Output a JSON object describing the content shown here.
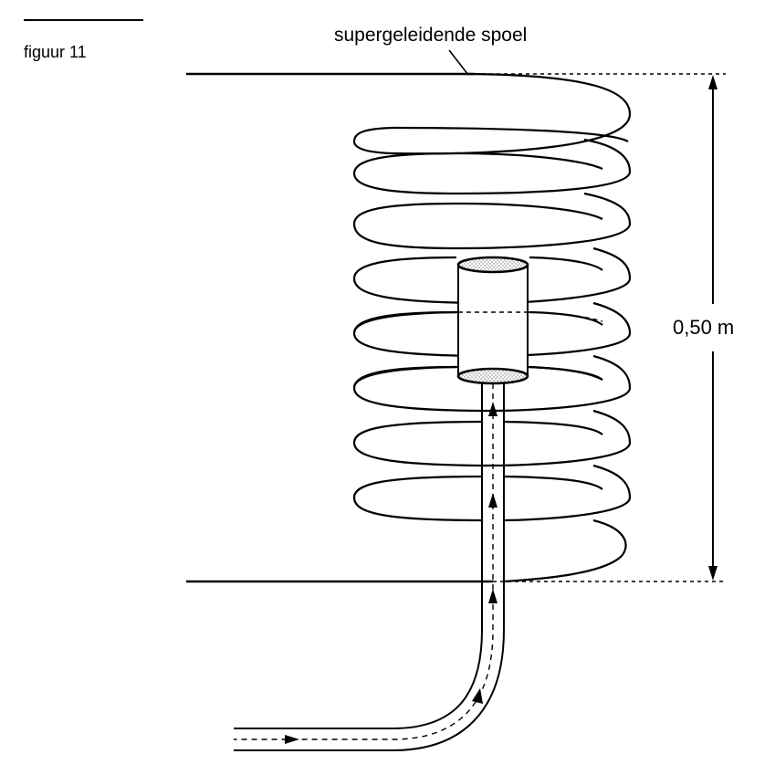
{
  "figure": {
    "label": "figuur 11",
    "coil_label": "supergeleidende spoel",
    "height_label": "0,50 m"
  },
  "colors": {
    "ink": "#000000",
    "background": "#ffffff",
    "stipple": "#9a9a9a"
  }
}
